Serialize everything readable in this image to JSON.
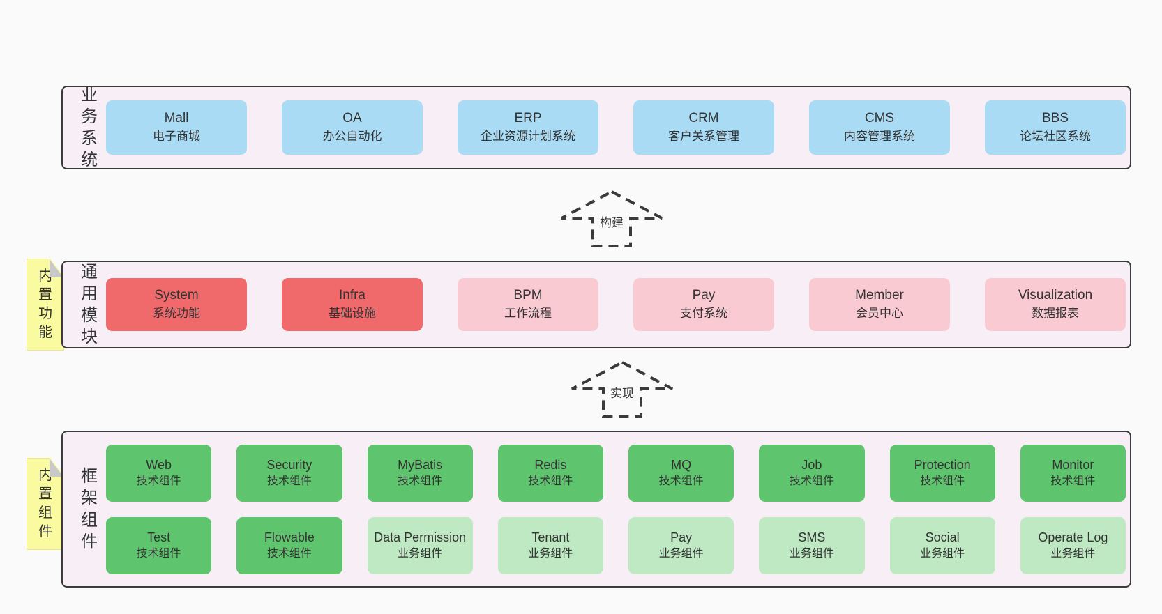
{
  "colors": {
    "page-bg": "#fafafa",
    "line": "#3b3b3b",
    "text": "#333333",
    "panel-bg": "#f7eef6",
    "tag-bg": "#fafaa1",
    "tag-border": "#e8e890",
    "fold": "#c9c9c9",
    "blue": "#a9dbf5",
    "red": "#f0696b",
    "pink": "#facad2",
    "green": "#5fc46e",
    "green-light": "#bee9c3"
  },
  "arrows": [
    {
      "label": "构建"
    },
    {
      "label": "实现"
    }
  ],
  "panels": [
    {
      "label": "业务系统",
      "tag": null,
      "rows": [
        [
          {
            "en": "Mall",
            "zh": "电子商城",
            "variant": "blue"
          },
          {
            "en": "OA",
            "zh": "办公自动化",
            "variant": "blue"
          },
          {
            "en": "ERP",
            "zh": "企业资源计划系统",
            "variant": "blue"
          },
          {
            "en": "CRM",
            "zh": "客户关系管理",
            "variant": "blue"
          },
          {
            "en": "CMS",
            "zh": "内容管理系统",
            "variant": "blue"
          },
          {
            "en": "BBS",
            "zh": "论坛社区系统",
            "variant": "blue"
          }
        ]
      ]
    },
    {
      "label": "通用模块",
      "tag": "内置功能",
      "rows": [
        [
          {
            "en": "System",
            "zh": "系统功能",
            "variant": "red"
          },
          {
            "en": "Infra",
            "zh": "基础设施",
            "variant": "red"
          },
          {
            "en": "BPM",
            "zh": "工作流程",
            "variant": "pink"
          },
          {
            "en": "Pay",
            "zh": "支付系统",
            "variant": "pink"
          },
          {
            "en": "Member",
            "zh": "会员中心",
            "variant": "pink"
          },
          {
            "en": "Visualization",
            "zh": "数据报表",
            "variant": "pink"
          }
        ]
      ]
    },
    {
      "label": "框架组件",
      "tag": "内置组件",
      "rows": [
        [
          {
            "en": "Web",
            "zh": "技术组件",
            "variant": "green"
          },
          {
            "en": "Security",
            "zh": "技术组件",
            "variant": "green"
          },
          {
            "en": "MyBatis",
            "zh": "技术组件",
            "variant": "green"
          },
          {
            "en": "Redis",
            "zh": "技术组件",
            "variant": "green"
          },
          {
            "en": "MQ",
            "zh": "技术组件",
            "variant": "green"
          },
          {
            "en": "Job",
            "zh": "技术组件",
            "variant": "green"
          },
          {
            "en": "Protection",
            "zh": "技术组件",
            "variant": "green"
          },
          {
            "en": "Monitor",
            "zh": "技术组件",
            "variant": "green"
          }
        ],
        [
          {
            "en": "Test",
            "zh": "技术组件",
            "variant": "green"
          },
          {
            "en": "Flowable",
            "zh": "技术组件",
            "variant": "green"
          },
          {
            "en": "Data Permission",
            "zh": "业务组件",
            "variant": "green-light"
          },
          {
            "en": "Tenant",
            "zh": "业务组件",
            "variant": "green-light"
          },
          {
            "en": "Pay",
            "zh": "业务组件",
            "variant": "green-light"
          },
          {
            "en": "SMS",
            "zh": "业务组件",
            "variant": "green-light"
          },
          {
            "en": "Social",
            "zh": "业务组件",
            "variant": "green-light"
          },
          {
            "en": "Operate Log",
            "zh": "业务组件",
            "variant": "green-light"
          }
        ]
      ]
    }
  ]
}
